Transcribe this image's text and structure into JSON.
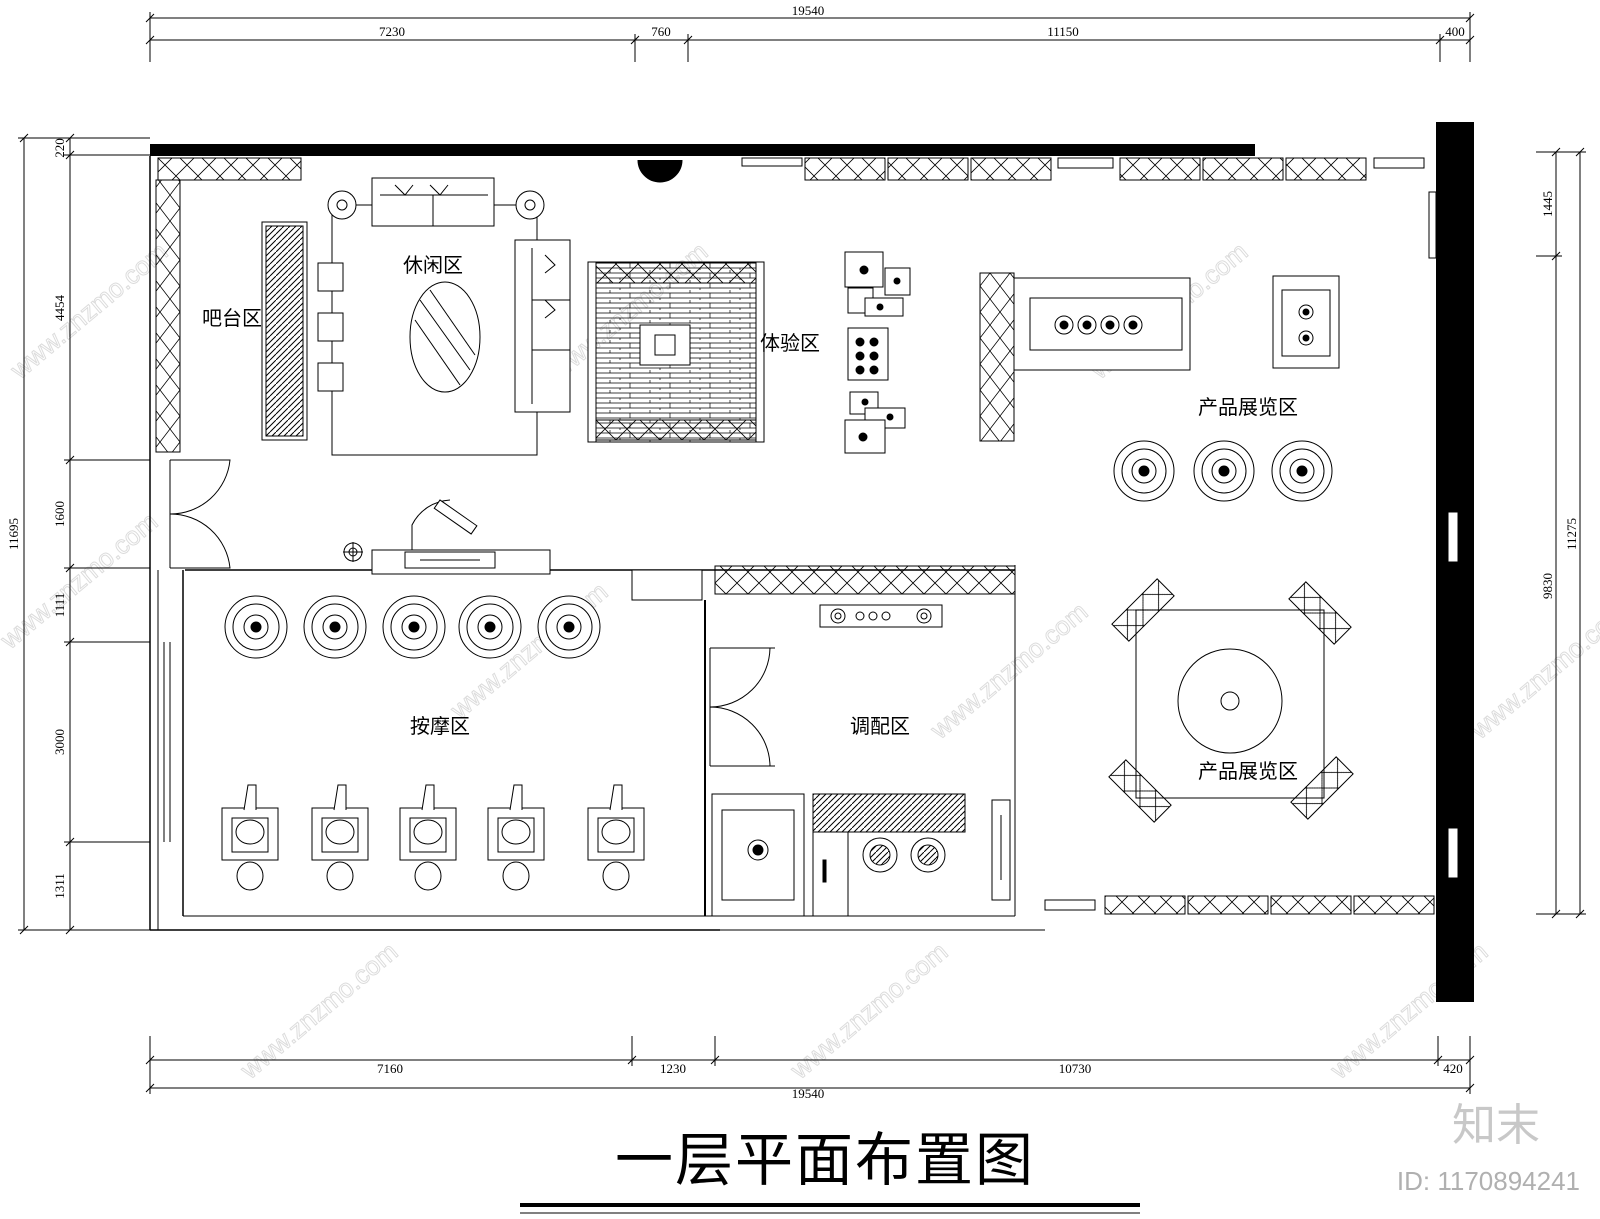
{
  "title": "一层平面布置图",
  "dimensions": {
    "top_total": "19540",
    "top_segments": [
      "7230",
      "760",
      "11150",
      "400"
    ],
    "bottom_total": "19540",
    "bottom_segments": [
      "7160",
      "1230",
      "10730",
      "420"
    ],
    "left_total": "11695",
    "left_segments": [
      "220",
      "4454",
      "1600",
      "1111",
      "3000",
      "1311"
    ],
    "right_total": "11275",
    "right_segments": [
      "1445",
      "9830"
    ]
  },
  "rooms": {
    "bar": "吧台区",
    "lounge": "休闲区",
    "experience": "体验区",
    "product_display_1": "产品展览区",
    "product_display_2": "产品展览区",
    "massage": "按摩区",
    "mixing": "调配区"
  },
  "watermark": {
    "brand": "知末",
    "id": "ID: 1170894241",
    "site": "www.znzmo.com"
  }
}
